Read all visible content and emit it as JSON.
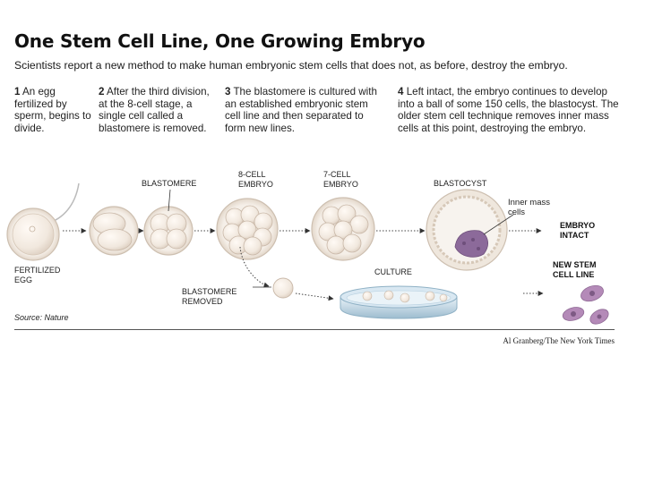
{
  "title": "One Stem Cell Line, One Growing Embryo",
  "subtitle": "Scientists report a new method to make human embryonic stem cells that does not, as before, destroy the embryo.",
  "steps": [
    {
      "num": "1",
      "text": "An egg fertilized by sperm, begins to divide."
    },
    {
      "num": "2",
      "text": "After the third division, at the 8-cell stage, a single cell called a blastomere is removed."
    },
    {
      "num": "3",
      "text": "The blastomere is cultured with an established embryonic stem cell line and then separated to form new lines."
    },
    {
      "num": "4",
      "text": "Left intact, the embryo continues to develop into a ball of some 150 cells, the blastocyst. The older stem cell technique removes inner mass cells at this point, destroying the embryo."
    }
  ],
  "labels": {
    "fertilized_egg": "FERTILIZED EGG",
    "blastomere": "BLASTOMERE",
    "eight_cell_embryo": "8-CELL EMBRYO",
    "seven_cell_embryo": "7-CELL EMBRYO",
    "blastocyst": "BLASTOCYST",
    "inner_mass": "Inner mass cells",
    "embryo_intact": "EMBRYO INTACT",
    "blastomere_removed": "BLASTOMERE REMOVED",
    "culture": "CULTURE",
    "new_stem_cell_line": "NEW STEM CELL LINE"
  },
  "source": "Source: Nature",
  "credit": "Al Granberg/The New York Times",
  "colors": {
    "cell_fill": "#f3ece4",
    "cell_stroke": "#c9b8a8",
    "stem_cell": "#b48ab8",
    "inner_mass": "#8c6a9a",
    "dish": "#c7dbe8"
  }
}
